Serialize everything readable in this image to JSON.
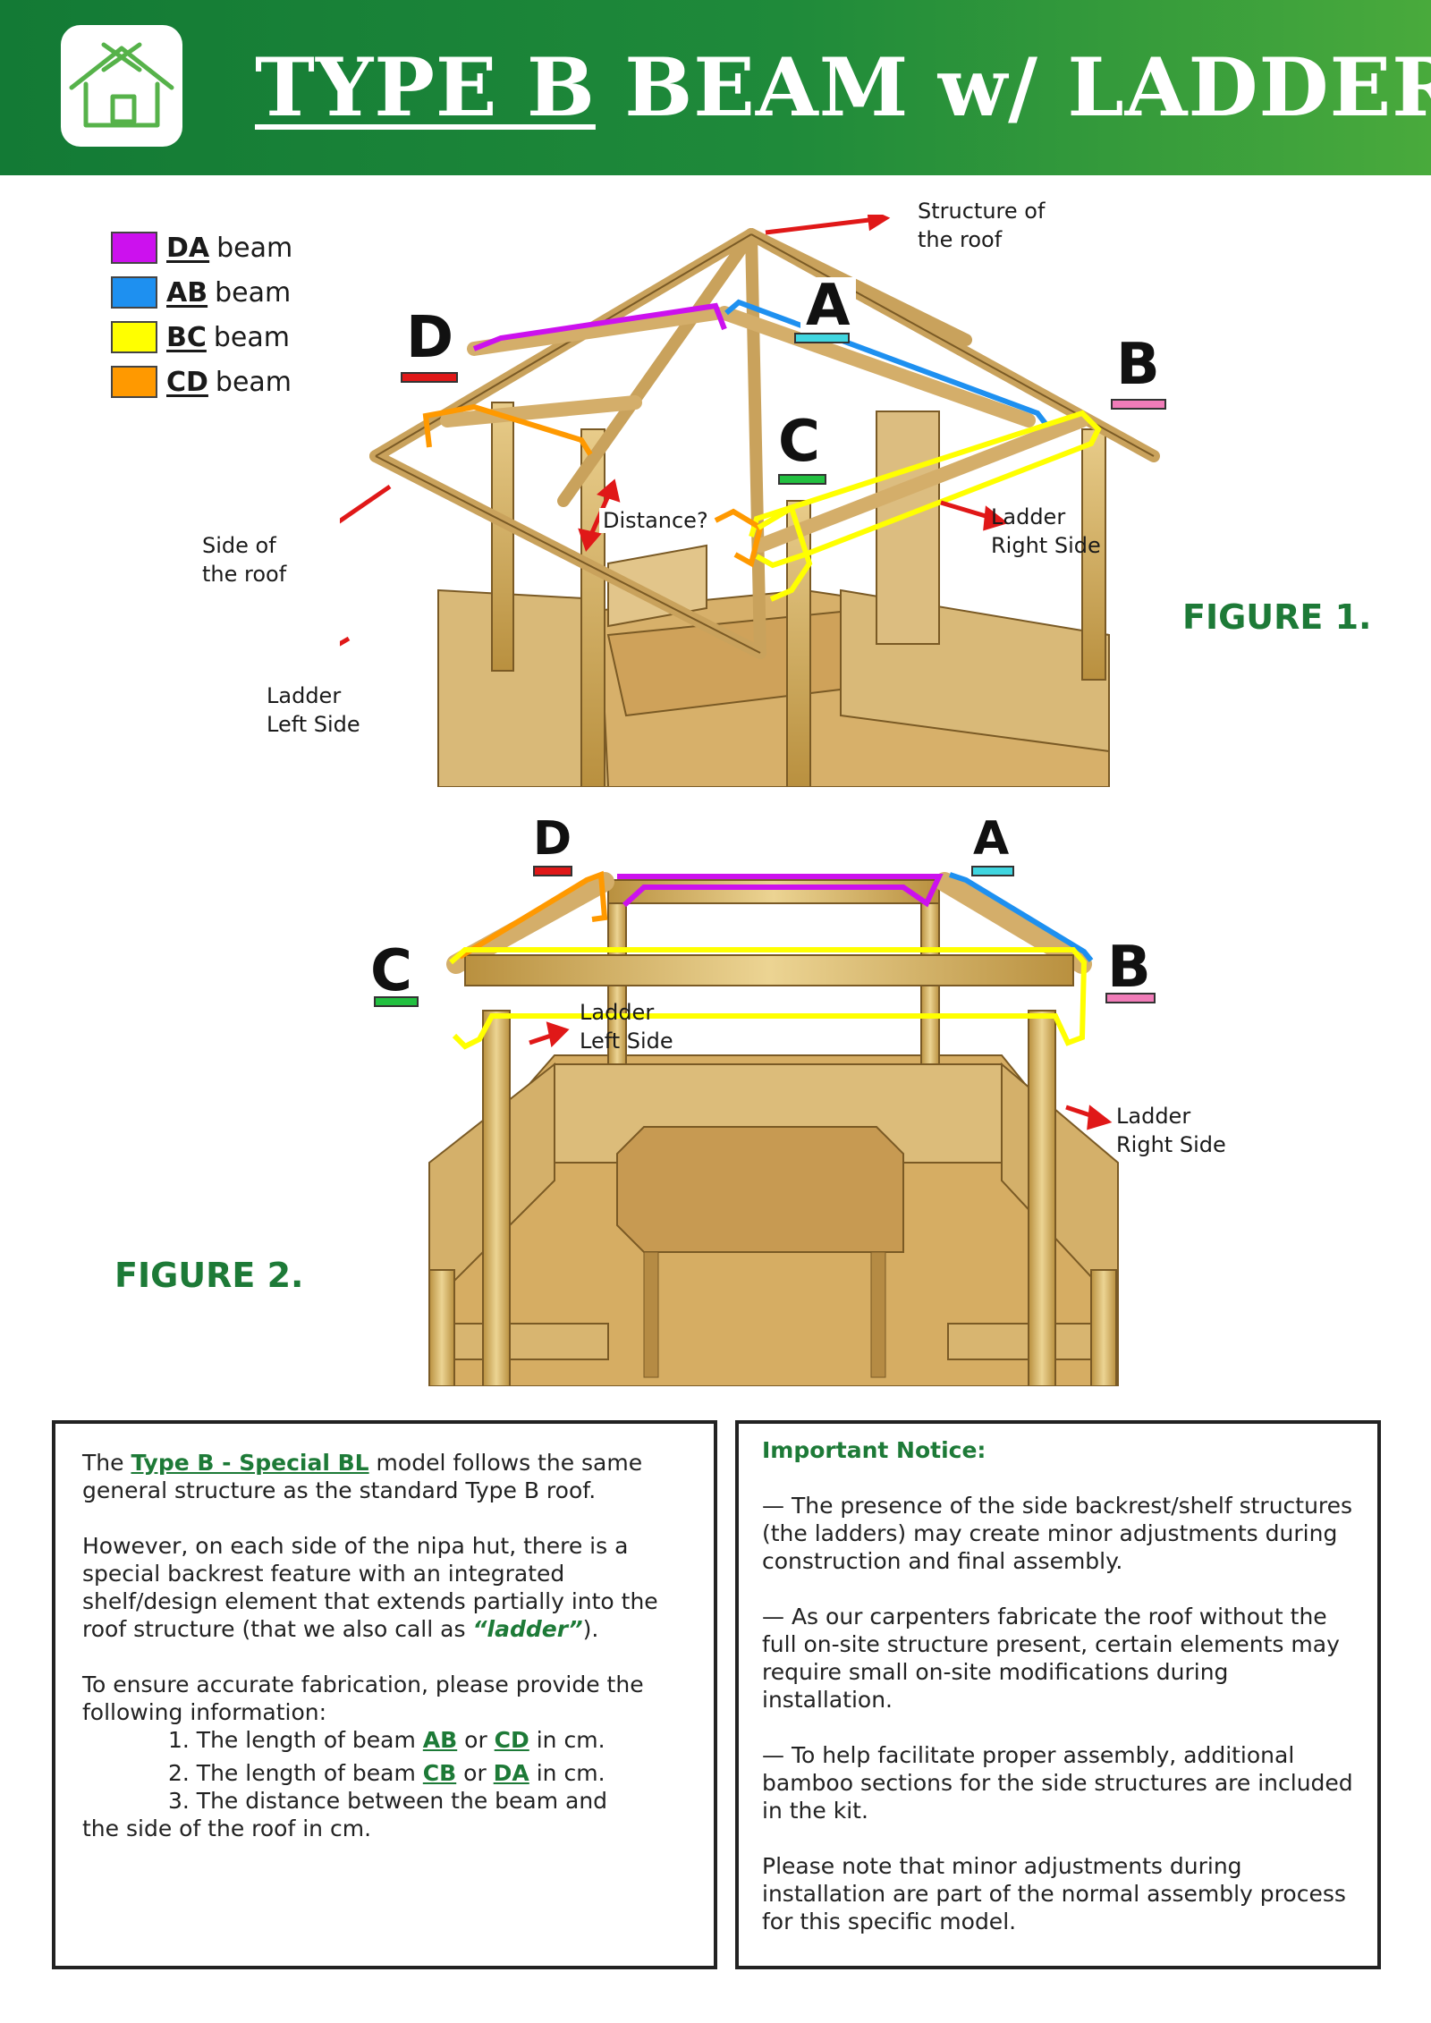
{
  "header": {
    "title_underlined": "TYPE B",
    "title_rest": " BEAM w/ LADDER",
    "logo_icon": "hut-logo-icon",
    "colors": {
      "gradient_start": "#137a35",
      "gradient_end": "#49aa3c"
    }
  },
  "legend": [
    {
      "code": "DA",
      "word": "beam",
      "color": "#cc11ee"
    },
    {
      "code": "AB",
      "word": "beam",
      "color": "#1e90f0"
    },
    {
      "code": "BC",
      "word": "beam",
      "color": "#ffff00"
    },
    {
      "code": "CD",
      "word": "beam",
      "color": "#ff9900"
    }
  ],
  "figure1": {
    "caption": "FIGURE 1.",
    "labels": {
      "roof_structure": "Structure of\nthe roof",
      "roof_side": "Side of\nthe roof",
      "ladder_left": "Ladder\nLeft Side",
      "ladder_right": "Ladder\nRight Side",
      "distance": "Distance?"
    },
    "letters": [
      {
        "text": "A",
        "bar_color": "#40d6e0"
      },
      {
        "text": "B",
        "bar_color": "#f07cb8"
      },
      {
        "text": "C",
        "bar_color": "#22c040"
      },
      {
        "text": "D",
        "bar_color": "#e01818"
      }
    ]
  },
  "figure2": {
    "caption": "FIGURE 2.",
    "labels": {
      "ladder_left": "Ladder\nLeft Side",
      "ladder_right": "Ladder\nRight Side"
    },
    "letters": [
      {
        "text": "A",
        "bar_color": "#40d6e0"
      },
      {
        "text": "B",
        "bar_color": "#f07cb8"
      },
      {
        "text": "C",
        "bar_color": "#22c040"
      },
      {
        "text": "D",
        "bar_color": "#e01818"
      }
    ]
  },
  "info_box": {
    "p1_prefix": "The ",
    "p1_link": "Type B - Special BL",
    "p1_suffix": " model follows the same general structure as the standard Type B roof.",
    "p2_text": "However, on each side of the nipa hut, there is a special backrest feature with an integrated shelf/design element that extends partially into the roof structure (that we also call as ",
    "p2_ladder": "“ladder”",
    "p2_end": ").",
    "p3_text": "To ensure accurate fabrication, please provide the following information:",
    "item1_prefix": "1. The length of beam ",
    "item1_code1": "AB",
    "item1_or": " or ",
    "item1_code2": "CD",
    "item1_suffix": " in cm.",
    "item2_prefix": "2. The length of beam ",
    "item2_code1": "CB",
    "item2_or": " or ",
    "item2_code2": "DA",
    "item2_suffix": " in cm.",
    "item3": "3. The distance between the beam and",
    "item3_cont": "the side of the roof in cm."
  },
  "notice_box": {
    "title": "Important Notice:",
    "n1": "— The presence of the side backrest/shelf structures (the ladders) may create minor adjustments during construction and final assembly.",
    "n2": "— As our carpenters fabricate the roof without the full on-site structure present, certain elements may require small on-site modifications during installation.",
    "n3": "— To help facilitate proper assembly, additional bamboo sections for the side structures are included in the kit.",
    "n4": "Please note that minor adjustments during installation are part of the normal assembly process for this specific model."
  }
}
